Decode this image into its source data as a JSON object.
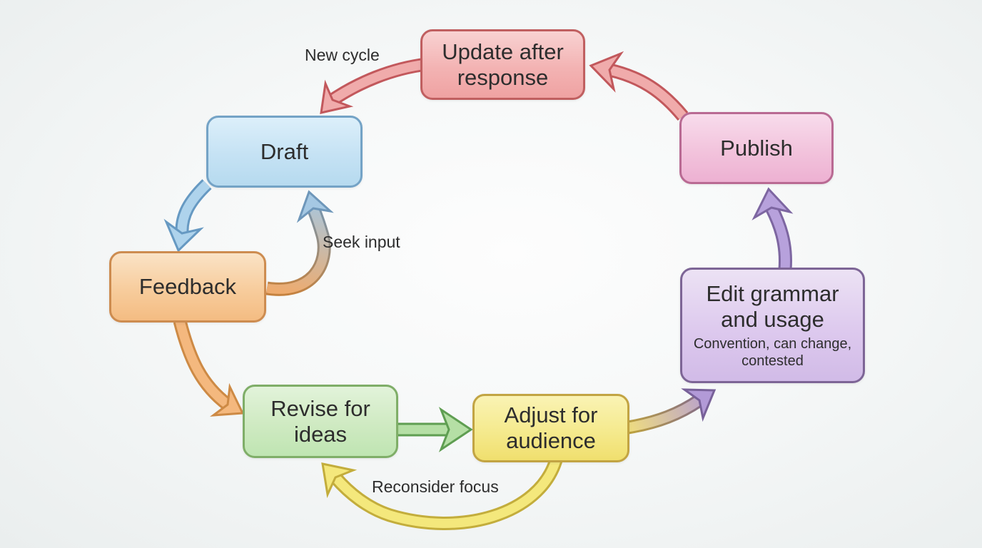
{
  "diagram": {
    "kind": "cycle-flowchart",
    "background": {
      "center": "#fdfdfd",
      "edge": "#eaeeee"
    },
    "text_color": "#2d2d2d",
    "nodes": [
      {
        "id": "update",
        "label": "Update after response",
        "fill_top": "#f8d2d2",
        "fill_bottom": "#efa2a2",
        "border": "#c05f60"
      },
      {
        "id": "draft",
        "label": "Draft",
        "fill_top": "#dceffa",
        "fill_bottom": "#b6daef",
        "border": "#74a3c6"
      },
      {
        "id": "publish",
        "label": "Publish",
        "fill_top": "#f8dcec",
        "fill_bottom": "#edb1d2",
        "border": "#b96a93"
      },
      {
        "id": "feedback",
        "label": "Feedback",
        "fill_top": "#fae3c6",
        "fill_bottom": "#f4bc82",
        "border": "#cd8c50"
      },
      {
        "id": "edit",
        "label": "Edit grammar and usage",
        "sublabel": "Convention, can change, contested",
        "fill_top": "#ece2f4",
        "fill_bottom": "#d1bbe7",
        "border": "#7d6596"
      },
      {
        "id": "revise",
        "label": "Revise for ideas",
        "fill_top": "#e2f3da",
        "fill_bottom": "#bfe5b2",
        "border": "#7fae68"
      },
      {
        "id": "adjust",
        "label": "Adjust for audience",
        "fill_top": "#faf3b4",
        "fill_bottom": "#f0df6e",
        "border": "#c2a443"
      }
    ],
    "edge_labels": {
      "new_cycle": "New cycle",
      "seek_input": "Seek input",
      "reconsider_focus": "Reconsider focus"
    },
    "edges": [
      {
        "from": "update",
        "to": "draft",
        "label": "New cycle",
        "fill": "#f0abab",
        "border": "#c2585c"
      },
      {
        "from": "draft",
        "to": "feedback",
        "label": "",
        "fill": "#aed3ec",
        "border": "#6699c2"
      },
      {
        "from": "feedback",
        "to": "draft",
        "label": "Seek input",
        "fill": "#eeab6e → #a5c8e3",
        "border": "#c5823f → #6e97ba"
      },
      {
        "from": "feedback",
        "to": "revise",
        "label": "",
        "fill": "#f4b87e",
        "border": "#cd8a45"
      },
      {
        "from": "revise",
        "to": "adjust",
        "label": "",
        "fill": "#b5dfa5",
        "border": "#5f9e52"
      },
      {
        "from": "adjust",
        "to": "revise",
        "label": "Reconsider focus",
        "fill": "#f4e87c",
        "border": "#c3ad3c"
      },
      {
        "from": "adjust",
        "to": "edit",
        "label": "",
        "fill": "#eedc80 → #b29ad7",
        "border": "#bda23f → #786199"
      },
      {
        "from": "edit",
        "to": "publish",
        "label": "",
        "fill": "#b7a1dc",
        "border": "#7d66a1"
      },
      {
        "from": "publish",
        "to": "update",
        "label": "",
        "fill": "#f0abab",
        "border": "#c2585c"
      }
    ]
  }
}
